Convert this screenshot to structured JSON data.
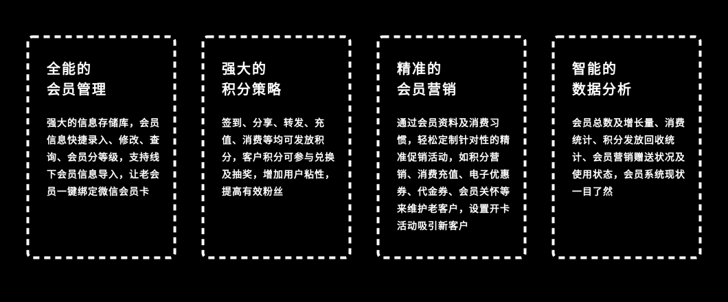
{
  "page": {
    "background_color": "#000000",
    "text_color": "#ffffff",
    "card_border_color": "#ffffff",
    "card_border_style": "dashed"
  },
  "cards": [
    {
      "id": "member-management",
      "title_lines": [
        "全能的",
        "会员管理"
      ],
      "body_lines": [
        "强大的信息存储库，会员",
        "信息快捷录入、修改、查",
        "询、会员分等级，支持线",
        "下会员信息导入，让老会",
        "员一键绑定微信会员卡"
      ]
    },
    {
      "id": "points-strategy",
      "title_lines": [
        "强大的",
        "积分策略"
      ],
      "body_lines": [
        "签到、分享、转发、充",
        "值、消费等均可发放积",
        "分，客户积分可参与兑换",
        "及抽奖，增加用户粘性，",
        "提高有效粉丝"
      ]
    },
    {
      "id": "member-marketing",
      "title_lines": [
        "精准的",
        "会员营销"
      ],
      "body_lines": [
        "通过会员资料及消费习",
        "惯，轻松定制针对性的精",
        "准促销活动，如积分营",
        "销、消费充值、电子优惠",
        "券、代金券、会员关怀等",
        "来维护老客户，设置开卡",
        "活动吸引新客户"
      ]
    },
    {
      "id": "data-analytics",
      "title_lines": [
        "智能的",
        "数据分析"
      ],
      "body_lines": [
        "会员总数及增长量、消费",
        "统计、积分发放回收统",
        "计、会员营销赠送状况及",
        "使用状态，会员系统现状",
        "一目了然"
      ]
    }
  ]
}
